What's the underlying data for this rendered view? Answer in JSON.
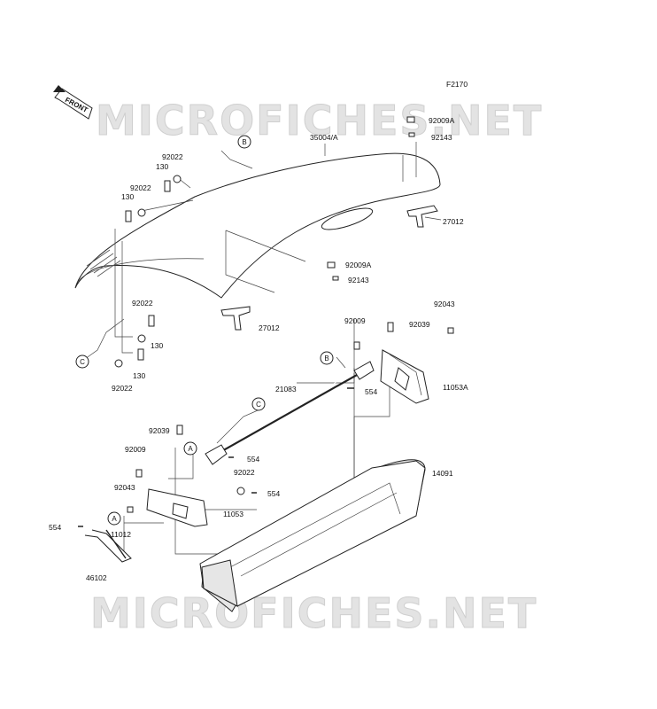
{
  "diagram_code": "F2170",
  "front_label": "FRONT",
  "watermark": "MICROFICHES.NET",
  "callouts": {
    "a": "A",
    "b": "B",
    "c": "C"
  },
  "parts": {
    "canopy": "35004/A",
    "rail": "21083",
    "tray": "14091",
    "bracket_right": "11053A",
    "bracket_left": "11053",
    "handle": "46102",
    "clip": "11012",
    "bolt_130": "130",
    "washer_92022": "92022",
    "screw_92009a": "92009A",
    "nut_92143": "92143",
    "clamp_27012": "27012",
    "screw_92009": "92009",
    "rivet_92039": "92039",
    "cap_92043": "92043",
    "pin_554": "554"
  }
}
